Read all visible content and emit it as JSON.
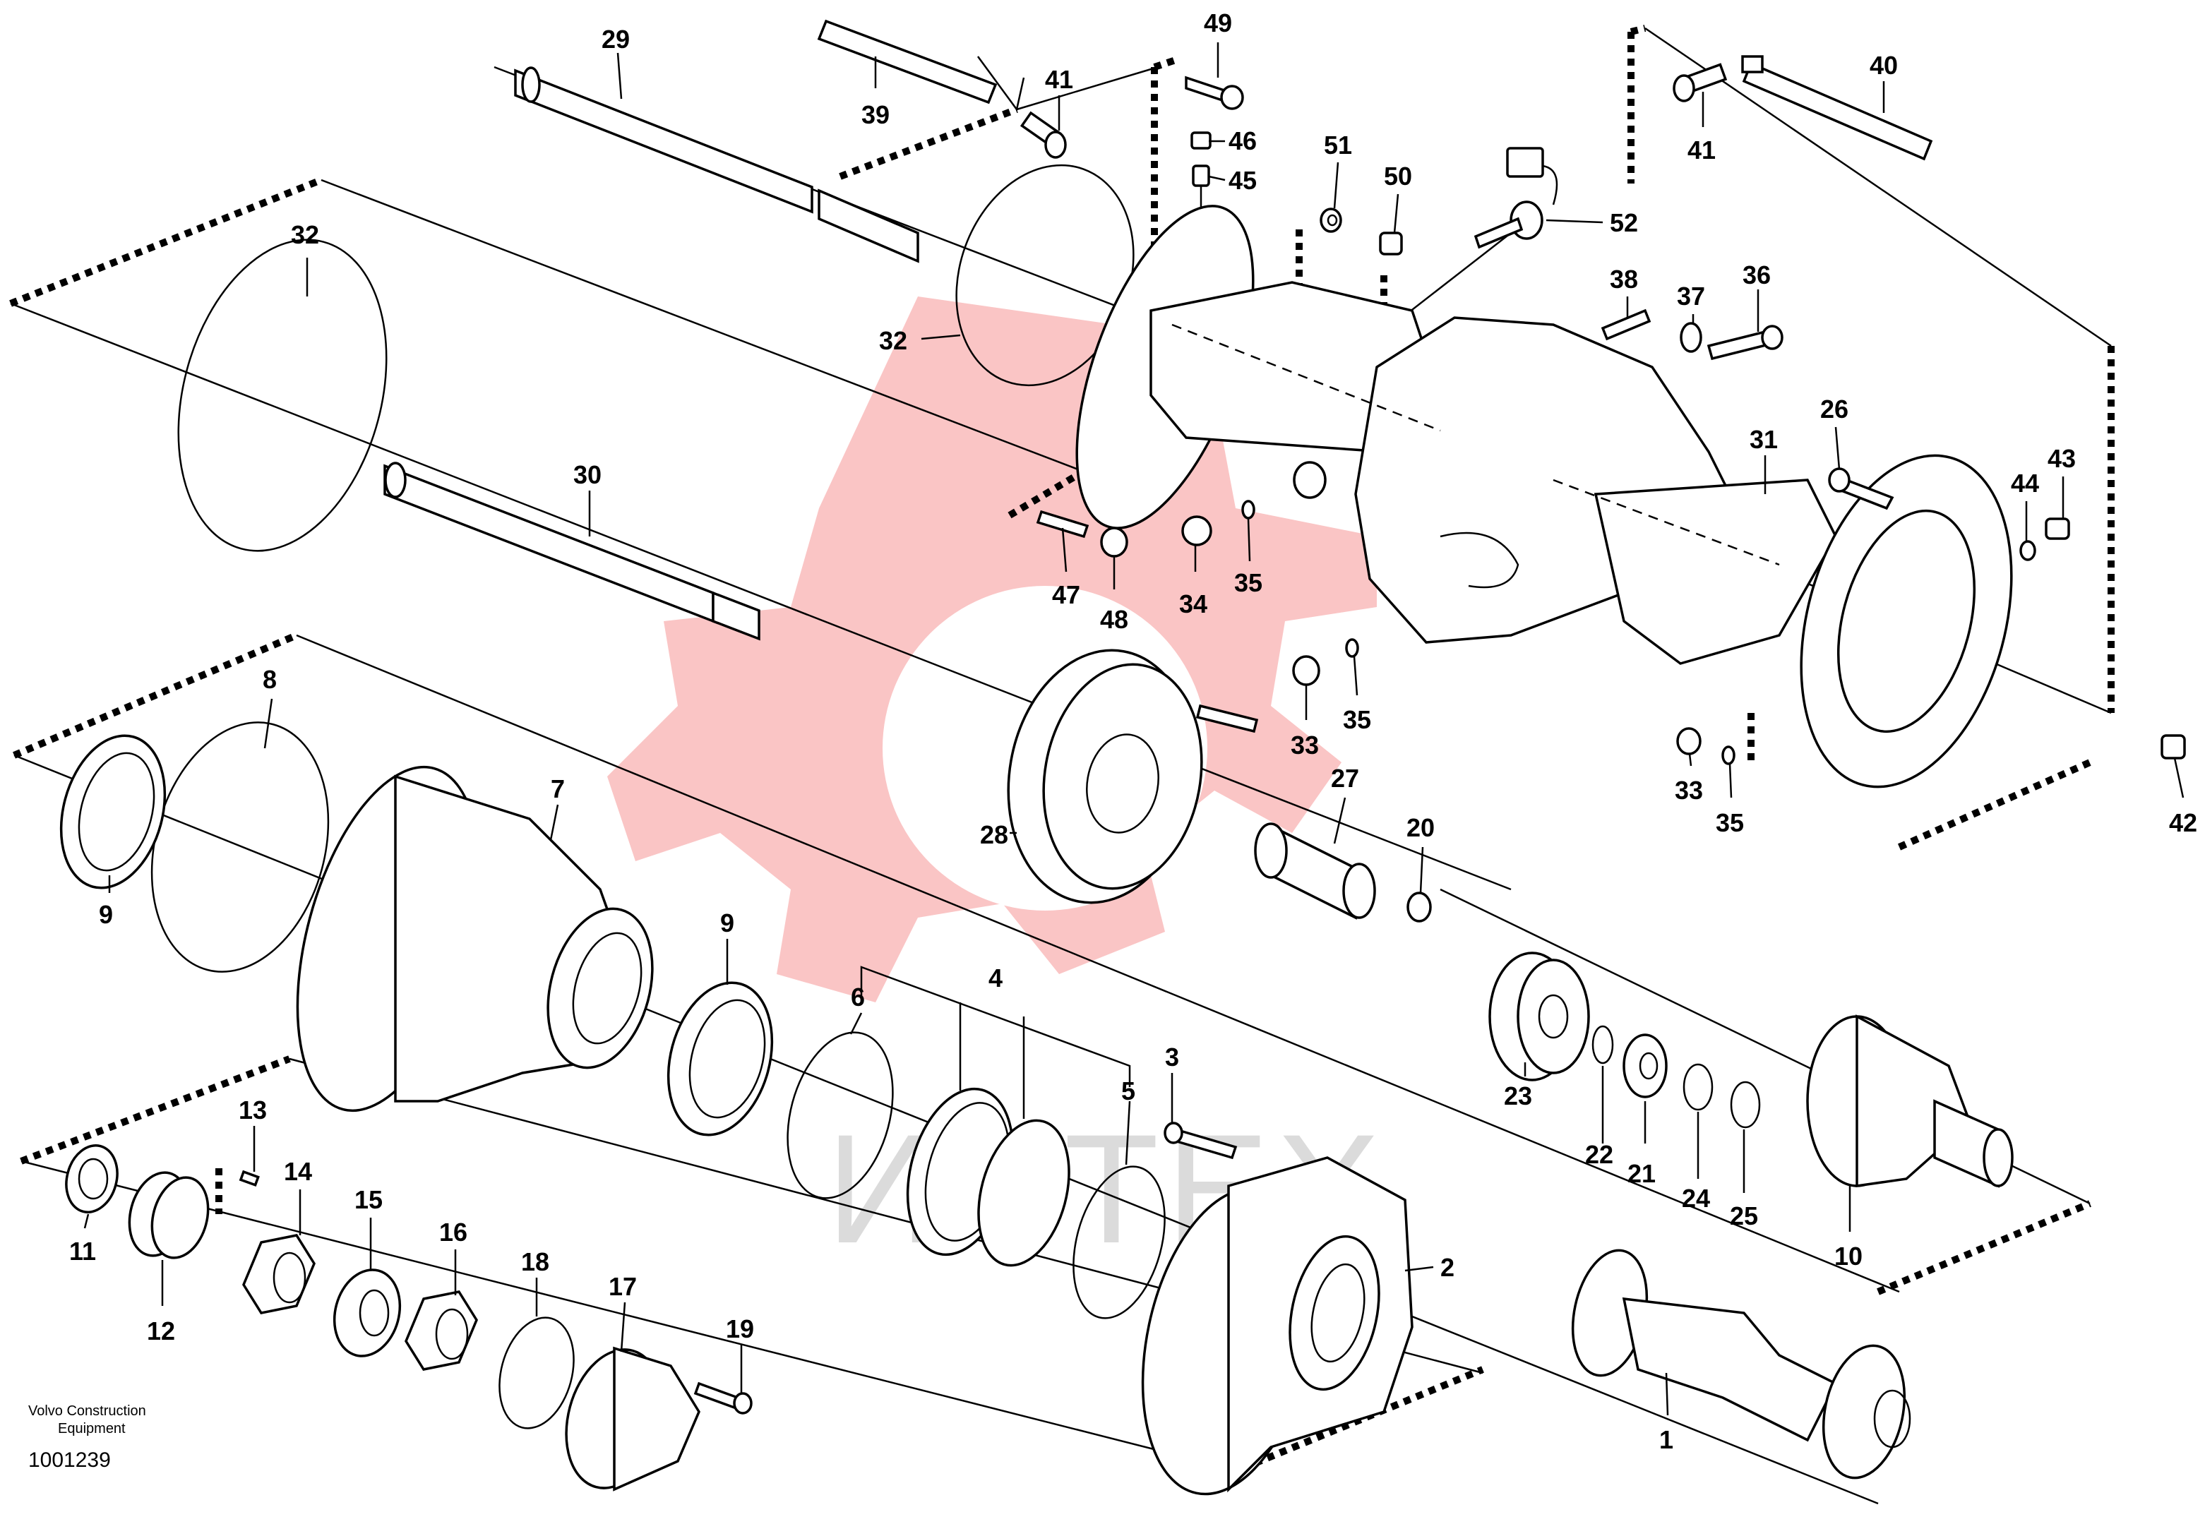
{
  "brand": {
    "company_line1": "Volvo Construction",
    "company_line2": "Equipment",
    "drawing_number": "1001239"
  },
  "watermark": {
    "text": "ИНТЕХ"
  },
  "colors": {
    "watermark": "#f05a5a",
    "line": "#000000"
  },
  "callouts": [
    {
      "id": "c29",
      "label": "29"
    },
    {
      "id": "c39",
      "label": "39"
    },
    {
      "id": "c49",
      "label": "49"
    },
    {
      "id": "c41a",
      "label": "41"
    },
    {
      "id": "c46",
      "label": "46"
    },
    {
      "id": "c45",
      "label": "45"
    },
    {
      "id": "c51",
      "label": "51"
    },
    {
      "id": "c50",
      "label": "50"
    },
    {
      "id": "c52",
      "label": "52"
    },
    {
      "id": "c40",
      "label": "40"
    },
    {
      "id": "c41b",
      "label": "41"
    },
    {
      "id": "c32a",
      "label": "32"
    },
    {
      "id": "c32b",
      "label": "32"
    },
    {
      "id": "c38",
      "label": "38"
    },
    {
      "id": "c37",
      "label": "37"
    },
    {
      "id": "c36",
      "label": "36"
    },
    {
      "id": "c26",
      "label": "26"
    },
    {
      "id": "c31",
      "label": "31"
    },
    {
      "id": "c43",
      "label": "43"
    },
    {
      "id": "c44",
      "label": "44"
    },
    {
      "id": "c30",
      "label": "30"
    },
    {
      "id": "c47",
      "label": "47"
    },
    {
      "id": "c48",
      "label": "48"
    },
    {
      "id": "c34",
      "label": "34"
    },
    {
      "id": "c35a",
      "label": "35"
    },
    {
      "id": "c33a",
      "label": "33"
    },
    {
      "id": "c35b",
      "label": "35"
    },
    {
      "id": "c8",
      "label": "8"
    },
    {
      "id": "c27",
      "label": "27"
    },
    {
      "id": "c20",
      "label": "20"
    },
    {
      "id": "c28",
      "label": "28"
    },
    {
      "id": "c33b",
      "label": "33"
    },
    {
      "id": "c35c",
      "label": "35"
    },
    {
      "id": "c42",
      "label": "42"
    },
    {
      "id": "c7",
      "label": "7"
    },
    {
      "id": "c9a",
      "label": "9"
    },
    {
      "id": "c9b",
      "label": "9"
    },
    {
      "id": "c4",
      "label": "4"
    },
    {
      "id": "c6",
      "label": "6"
    },
    {
      "id": "c5",
      "label": "5"
    },
    {
      "id": "c3",
      "label": "3"
    },
    {
      "id": "c23",
      "label": "23"
    },
    {
      "id": "c22",
      "label": "22"
    },
    {
      "id": "c21",
      "label": "21"
    },
    {
      "id": "c24",
      "label": "24"
    },
    {
      "id": "c25",
      "label": "25"
    },
    {
      "id": "c10",
      "label": "10"
    },
    {
      "id": "c13",
      "label": "13"
    },
    {
      "id": "c14",
      "label": "14"
    },
    {
      "id": "c15",
      "label": "15"
    },
    {
      "id": "c16",
      "label": "16"
    },
    {
      "id": "c11",
      "label": "11"
    },
    {
      "id": "c12",
      "label": "12"
    },
    {
      "id": "c18",
      "label": "18"
    },
    {
      "id": "c17",
      "label": "17"
    },
    {
      "id": "c19",
      "label": "19"
    },
    {
      "id": "c2",
      "label": "2"
    },
    {
      "id": "c1",
      "label": "1"
    }
  ]
}
